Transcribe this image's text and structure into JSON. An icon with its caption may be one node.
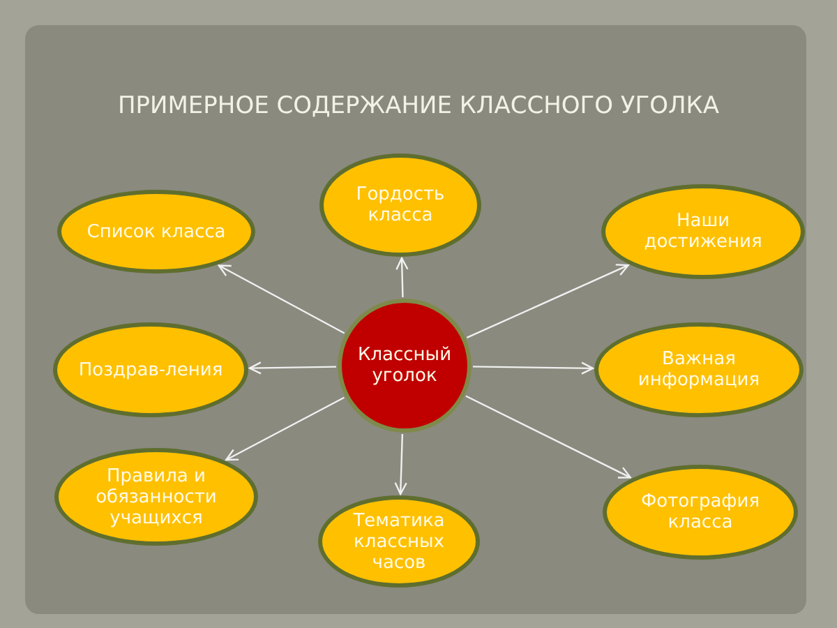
{
  "diagram": {
    "title": "ПРИМЕРНОЕ СОДЕРЖАНИЕ КЛАССНОГО УГОЛКА",
    "nodes": [
      {
        "text": [
          "Гордость класса"
        ]
      },
      {
        "text": [
          "Список класса"
        ]
      },
      {
        "text": [
          "Наши достижения"
        ]
      },
      {
        "text": [
          "Поздрав-ления"
        ]
      },
      {
        "text": [
          "Классный уголок"
        ]
      },
      {
        "text": [
          "Важная информация"
        ]
      },
      {
        "text": [
          "Правила и обязанности учащихся"
        ]
      },
      {
        "text": [
          "Тематика классных часов"
        ]
      },
      {
        "text": [
          "Фотография класса"
        ]
      }
    ],
    "edges": [
      {
        "from": 4,
        "to": 0,
        "arrow": "to"
      },
      {
        "from": 4,
        "to": 1,
        "arrow": "to"
      },
      {
        "from": 4,
        "to": 2,
        "arrow": "to"
      },
      {
        "from": 4,
        "to": 3,
        "arrow": "to"
      },
      {
        "from": 4,
        "to": 5,
        "arrow": "to"
      },
      {
        "from": 4,
        "to": 6,
        "arrow": "to"
      },
      {
        "from": 4,
        "to": 7,
        "arrow": "to"
      },
      {
        "from": 4,
        "to": 8,
        "arrow": "to"
      }
    ]
  }
}
